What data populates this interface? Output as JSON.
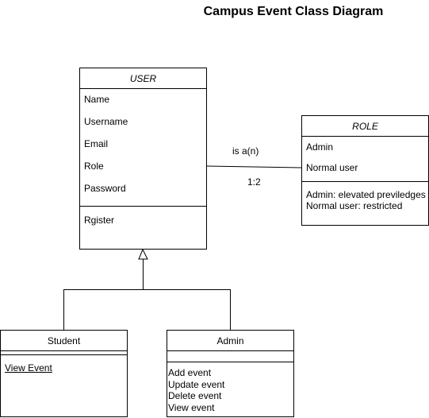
{
  "diagram": {
    "title": "Campus Event Class Diagram",
    "user": {
      "name": "USER",
      "attributes": [
        "Name",
        "Username",
        "Email",
        "Role",
        "Password"
      ],
      "methods": [
        "Rgister"
      ]
    },
    "role": {
      "name": "ROLE",
      "attributes": [
        "Admin",
        "Normal user"
      ],
      "notes": [
        "Admin: elevated previledges",
        "Normal user: restricted"
      ]
    },
    "association": {
      "label": "is a(n)",
      "multiplicity": "1:2"
    },
    "student": {
      "name": "Student",
      "methods": [
        "View Event"
      ]
    },
    "admin": {
      "name": "Admin",
      "methods": [
        "Add event",
        "Update event",
        "Delete event",
        "View event"
      ]
    }
  }
}
